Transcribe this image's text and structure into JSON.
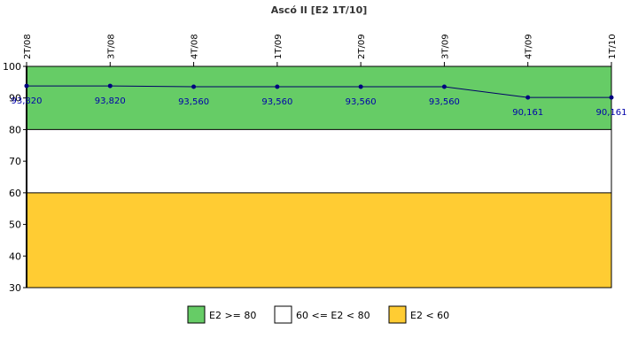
{
  "chart_data": {
    "type": "line",
    "title": "Ascó II [E2 1T/10]",
    "xlabel": "",
    "ylabel": "",
    "ylim": [
      30,
      100
    ],
    "y_ticks": [
      "30",
      "40",
      "50",
      "60",
      "70",
      "80",
      "90",
      "100"
    ],
    "categories": [
      "2T/08",
      "3T/08",
      "4T/08",
      "1T/09",
      "2T/09",
      "3T/09",
      "4T/09",
      "1T/10"
    ],
    "series": [
      {
        "values": [
          93.82,
          93.82,
          93.56,
          93.56,
          93.56,
          93.56,
          90.161,
          90.161
        ],
        "labels": [
          "93,820",
          "93,820",
          "93,560",
          "93,560",
          "93,560",
          "93,560",
          "90,161",
          "90,161"
        ],
        "color": "#000066",
        "marker_color": "#000080"
      }
    ],
    "bands": [
      {
        "name": "E2 >= 80",
        "from": 80,
        "to": 100,
        "color": "#66cc66"
      },
      {
        "name": "60 <= E2 < 80",
        "from": 60,
        "to": 80,
        "color": "#ffffff"
      },
      {
        "name": "E2 < 60",
        "from": 30,
        "to": 60,
        "color": "#ffcc33"
      }
    ],
    "grid": false,
    "legend": "bottom-center"
  }
}
